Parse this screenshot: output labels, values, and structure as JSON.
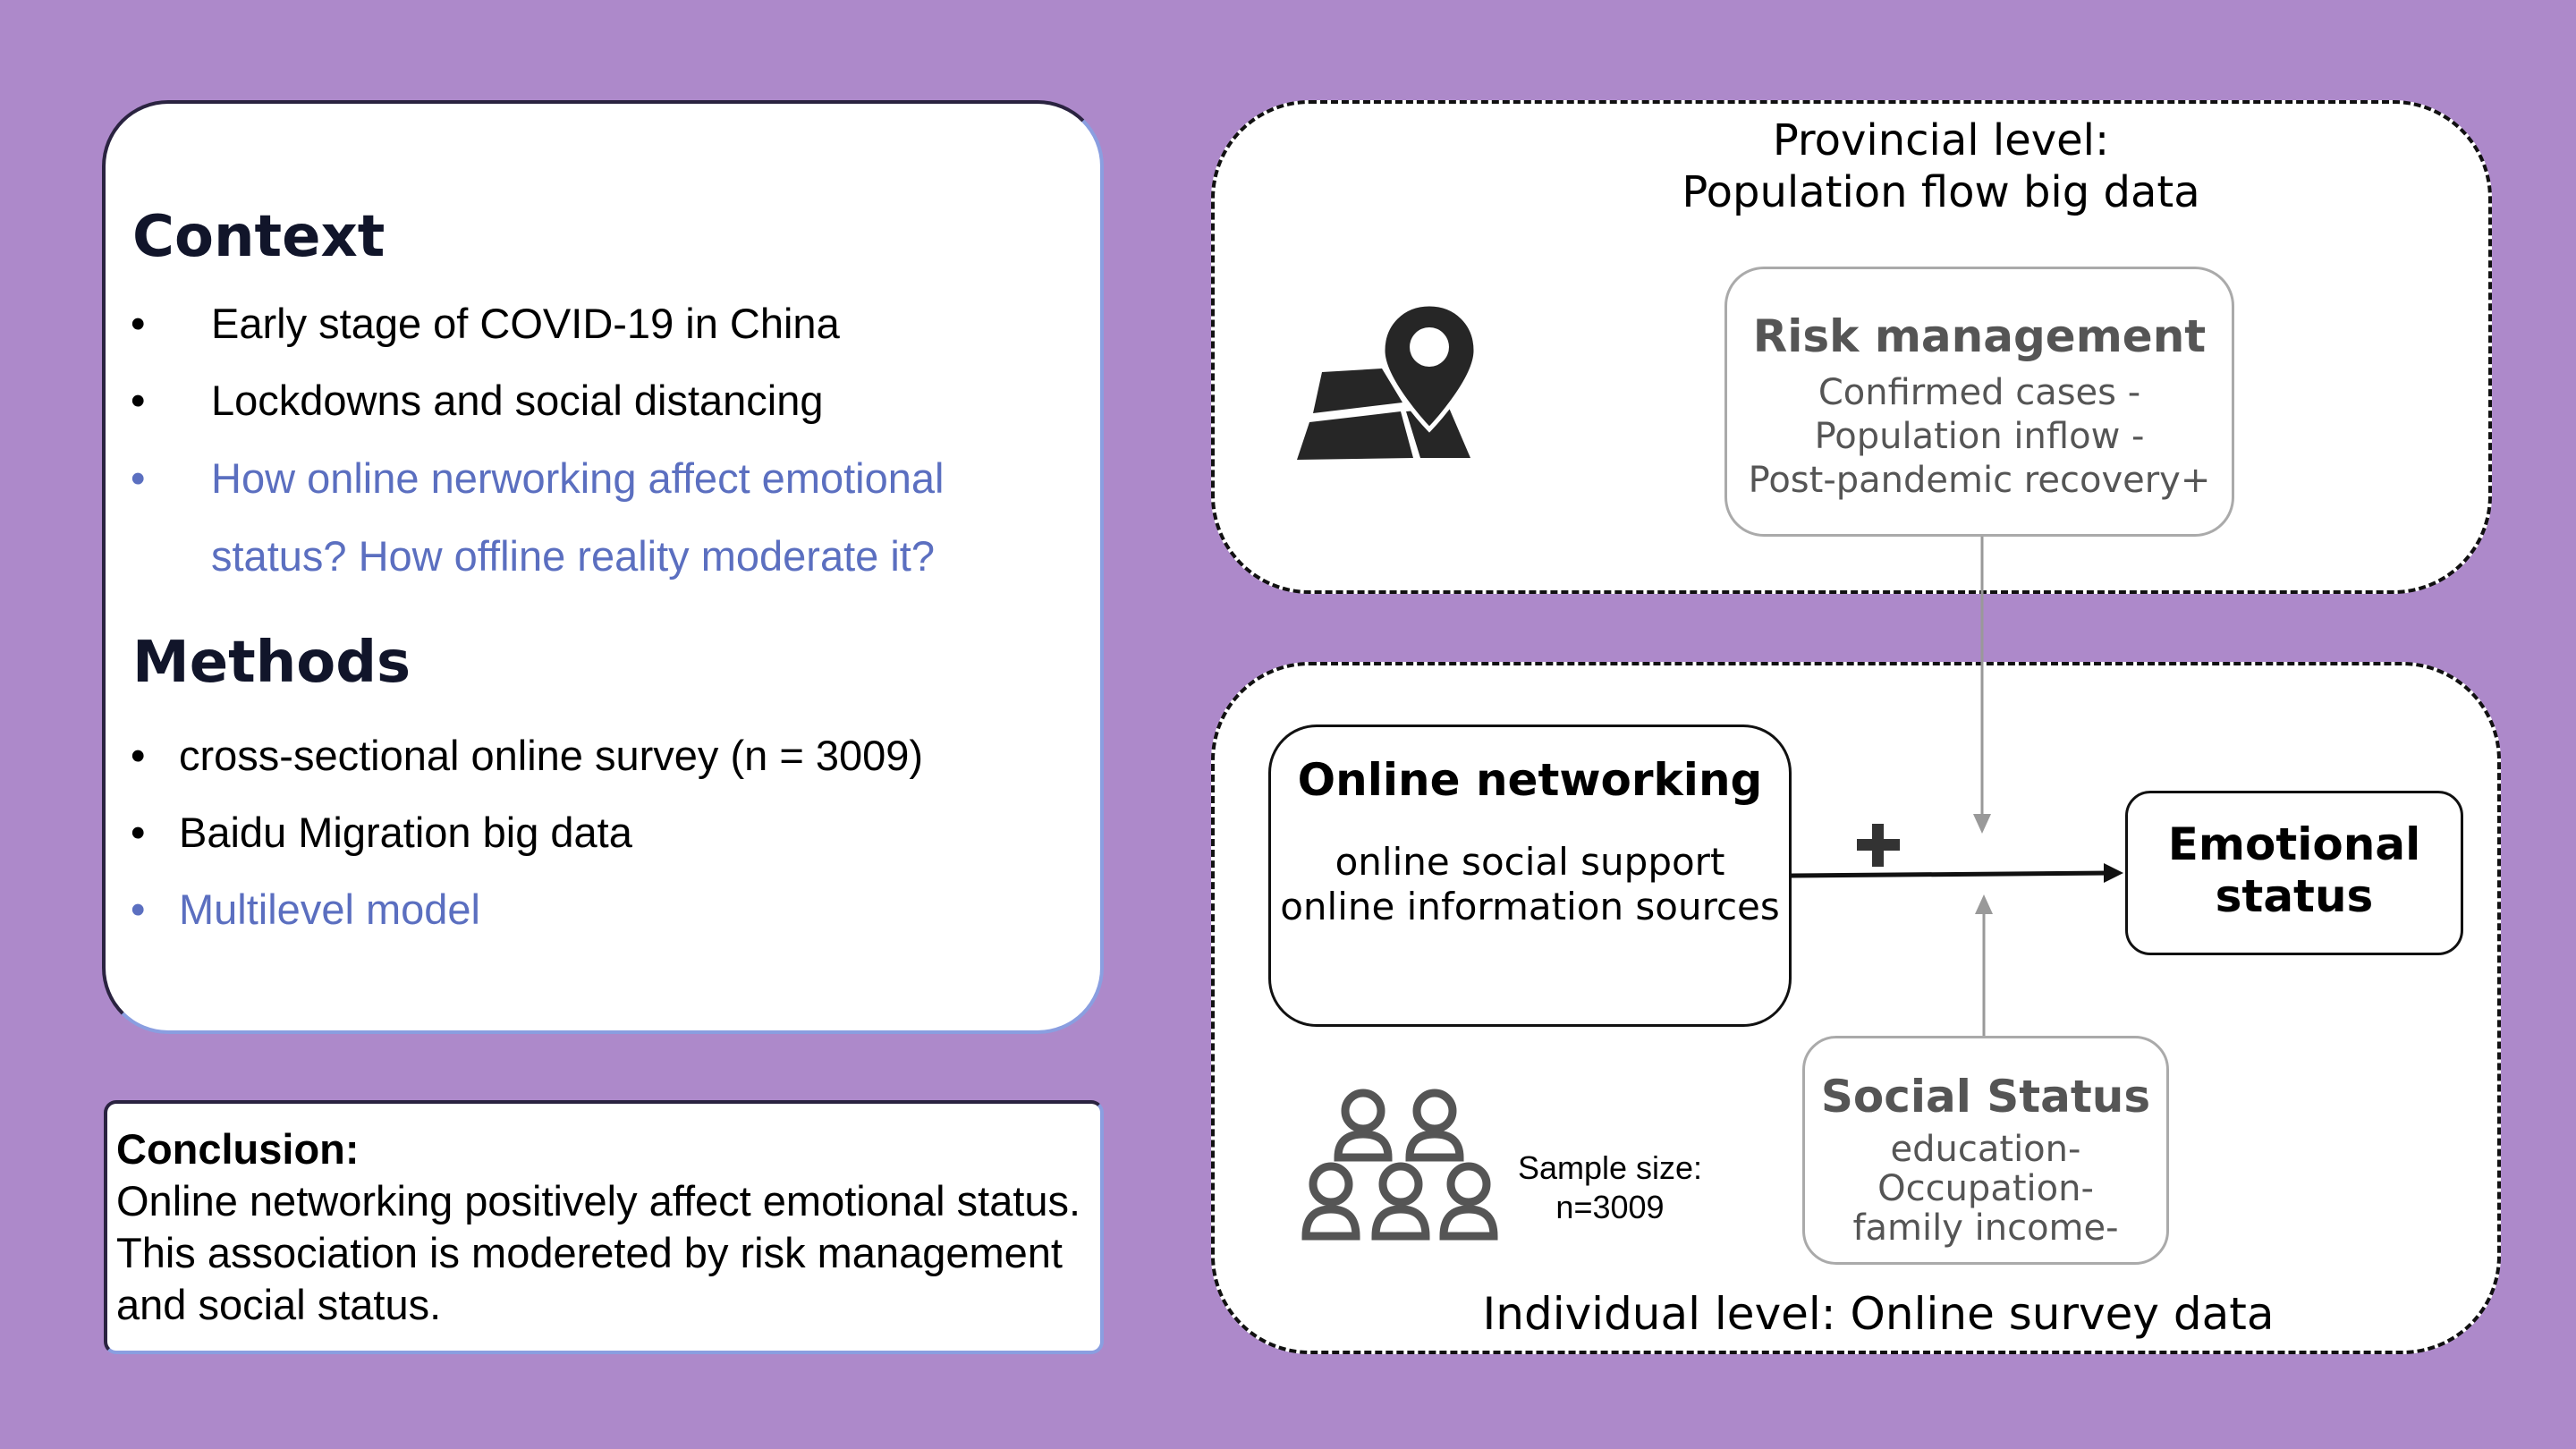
{
  "context": {
    "heading": "Context",
    "bullets": [
      "Early stage of COVID-19 in China",
      "Lockdowns and social distancing",
      "How online nerworking affect emotional",
      "status? How offline reality moderate it?"
    ]
  },
  "methods": {
    "heading": "Methods",
    "bullets": [
      "cross-sectional online survey (n = 3009)",
      "Baidu Migration big data",
      "Multilevel model"
    ]
  },
  "bullet_symbol": "•",
  "conclusion": {
    "title": "Conclusion:",
    "body": "Online networking positively affect emotional status.\nThis association is modereted by risk management\nand social status."
  },
  "provincial": {
    "line1": "Provincial level:",
    "line2": "Population flow big data"
  },
  "risk_management": {
    "title": "Risk management",
    "items": [
      "Confirmed cases -",
      "Population inflow -",
      "Post-pandemic recovery+"
    ]
  },
  "online_networking": {
    "title": "Online networking",
    "items": [
      "online social support",
      "online information sources"
    ]
  },
  "emotional_status": {
    "line1": "Emotional",
    "line2": "status"
  },
  "social_status": {
    "title": "Social Status",
    "items": [
      "education-",
      "Occupation-",
      "family income-"
    ]
  },
  "sample": {
    "label": "Sample size:",
    "value": "n=3009"
  },
  "individual": {
    "label": "Individual level: Online survey data"
  },
  "icons": [
    "map-pin-icon",
    "people-group-icon",
    "plus-icon"
  ],
  "colors": {
    "background": "#ad89ca",
    "highlight_text": "#5b6fc0",
    "muted_text": "#555555"
  }
}
